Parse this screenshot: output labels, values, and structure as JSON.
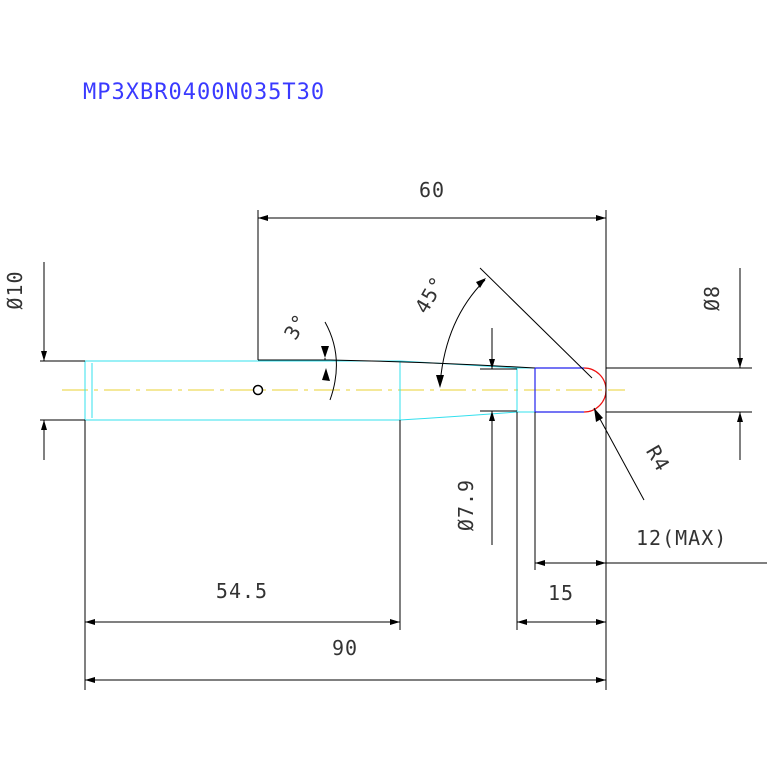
{
  "title": "MP3XBR0400N035T30",
  "dimensions": {
    "overall_length": "90",
    "head_length": "60",
    "shank_length": "54.5",
    "tip_length": "15",
    "flute_length": "12(MAX)",
    "shank_diameter": "Ø10",
    "tip_diameter": "Ø8",
    "neck_diameter": "Ø7.9",
    "taper_angle": "3°",
    "chamfer_angle": "45°",
    "ball_radius": "R4"
  },
  "colors": {
    "title": "#3a3aff",
    "outline": "#33e0ee",
    "tip": "#2222ee",
    "tip_arc": "#ee1111",
    "centerline": "#e8d030",
    "dimension": "#000000"
  }
}
